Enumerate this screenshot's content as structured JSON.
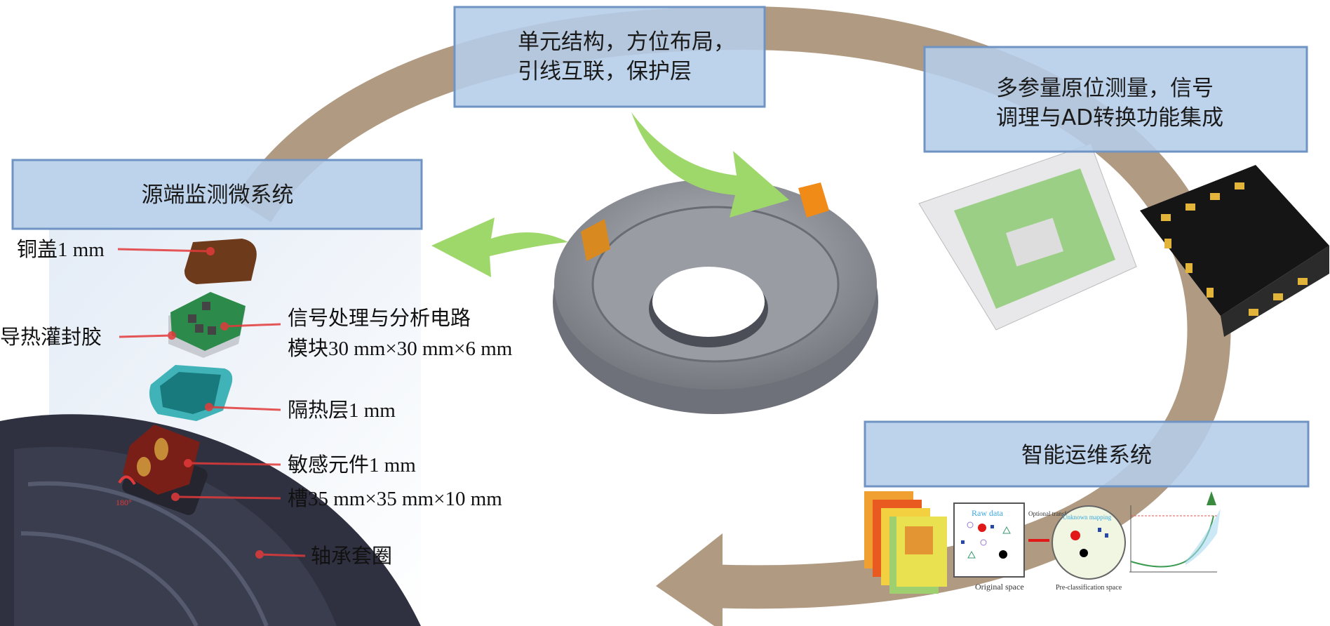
{
  "boxes": {
    "unit_structure": {
      "line1": "单元结构，方位布局，",
      "line2": "引线互联，保护层"
    },
    "multi_param": {
      "line1": "多参量原位测量，信号",
      "line2": "调理与AD转换功能集成"
    },
    "source_micro": {
      "title": "源端监测微系统"
    },
    "intelligent_om": {
      "title": "智能运维系统"
    }
  },
  "labels": {
    "copper_lid": "铜盖1 mm",
    "potting": "导热灌封胶",
    "circuit_line1": "信号处理与分析电路",
    "circuit_line2": "模块30 mm×30 mm×6 mm",
    "insulation": "隔热层1 mm",
    "sensor": "敏感元件1 mm",
    "slot": "槽35 mm×35 mm×10 mm",
    "ring": "轴承套圈",
    "angle": "180°"
  },
  "ml_panel": {
    "raw_data": "Raw data",
    "optional_transform": "Optional transform",
    "unknown_mapping": "Unknown mapping",
    "original_space": "Original space",
    "preclass_space": "Pre-classification space"
  },
  "colors": {
    "box_fill": "#b4cde9",
    "box_border": "#6f94c4",
    "cycle_arrow": "#b09a82",
    "green_arrow": "#9fd86a",
    "leader_line": "#e23a3a"
  }
}
